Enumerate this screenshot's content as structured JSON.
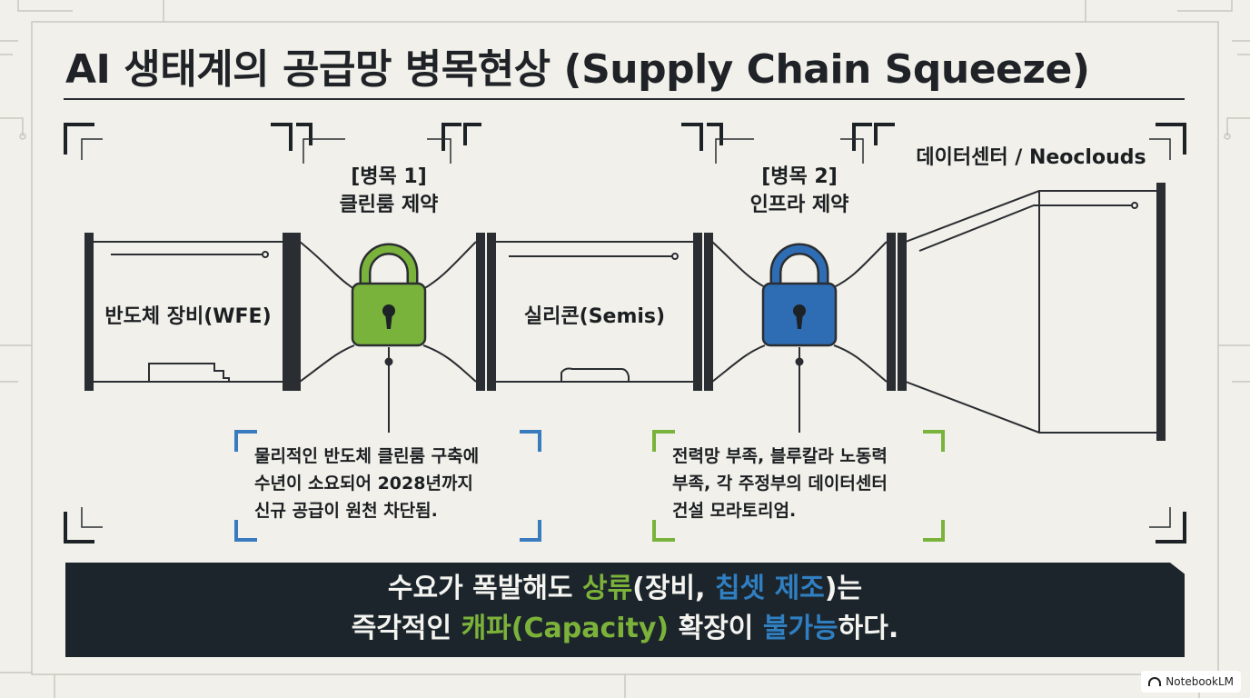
{
  "title": "AI 생태계의 공급망 병목현상 (Supply Chain Squeeze)",
  "stages": {
    "wfe": "반도체 장비(WFE)",
    "semis": "실리콘(Semis)",
    "datacenter": "데이터센터 / Neoclouds"
  },
  "bottlenecks": [
    {
      "tag": "[병목 1]",
      "name": "클린룸 제약",
      "icon": "lock-icon",
      "color": "#7ab33c",
      "note": [
        "물리적인 반도체 클린룸 구축에",
        "수년이 소요되어 2028년까지",
        "신규 공급이 원천 차단됨."
      ]
    },
    {
      "tag": "[병목 2]",
      "name": "인프라 제약",
      "icon": "lock-icon",
      "color": "#2e6db4",
      "note": [
        "전력망 부족, 블루칼라 노동력",
        "부족, 각 주정부의 데이터센터",
        "건설 모라토리엄."
      ]
    }
  ],
  "banner": {
    "line1_a": "수요가 폭발해도 ",
    "line1_hl1": "상류",
    "line1_b": "(장비, ",
    "line1_hl2": "칩셋 제조",
    "line1_c": ")는",
    "line2_a": "즉각적인 ",
    "line2_hl1": "캐파(Capacity)",
    "line2_b": " 확장이 ",
    "line2_hl2": "불가능",
    "line2_c": "하다."
  },
  "colors": {
    "green": "#7bb33a",
    "blue": "#2f7fc1",
    "dark": "#1d252c",
    "background": "#f1f0ea"
  },
  "watermark": "NotebookLM"
}
